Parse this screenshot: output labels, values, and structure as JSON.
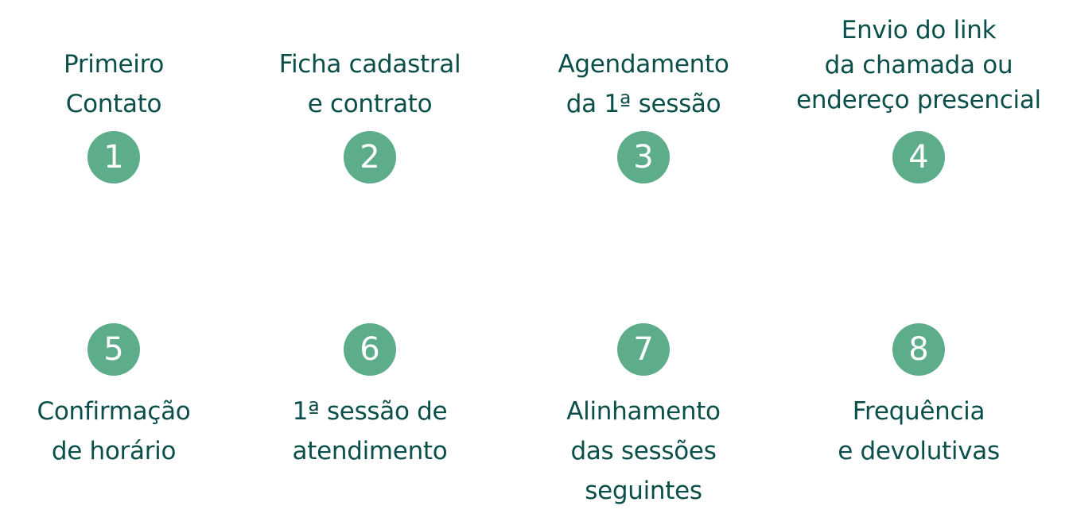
{
  "colors": {
    "circle": "#5dad8b",
    "text": "#0b4f4a"
  },
  "steps": [
    {
      "number": "1",
      "label": "Primeiro\nContato"
    },
    {
      "number": "2",
      "label": "Ficha cadastral\ne contrato"
    },
    {
      "number": "3",
      "label": "Agendamento\nda 1ª sessão"
    },
    {
      "number": "4",
      "label": "Envio do link\nda chamada ou\nendereço presencial"
    },
    {
      "number": "5",
      "label": "Confirmação\nde horário"
    },
    {
      "number": "6",
      "label": "1ª sessão de\natendimento"
    },
    {
      "number": "7",
      "label": "Alinhamento\ndas sessões\nseguintes"
    },
    {
      "number": "8",
      "label": "Frequência\ne devolutivas"
    }
  ]
}
